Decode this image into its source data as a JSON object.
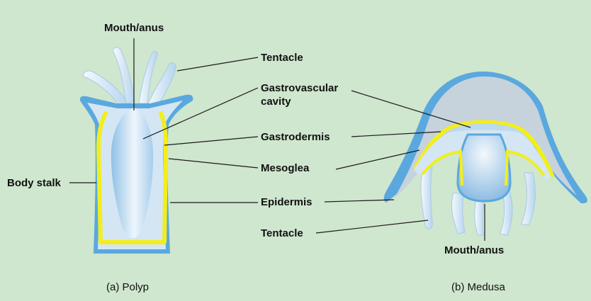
{
  "labels": {
    "mouth_anus_top": "Mouth/anus",
    "tentacle_top": "Tentacle",
    "gastrovascular_line1": "Gastrovascular",
    "gastrovascular_line2": "cavity",
    "gastrodermis": "Gastrodermis",
    "mesoglea": "Mesoglea",
    "body_stalk": "Body stalk",
    "epidermis": "Epidermis",
    "tentacle_bottom": "Tentacle",
    "mouth_anus_bottom": "Mouth/anus"
  },
  "captions": {
    "polyp": "(a) Polyp",
    "medusa": "(b) Medusa"
  },
  "colors": {
    "background": "#cfe6cf",
    "epidermis": "#5aa8de",
    "mesoglea": "#f2ee1c",
    "gastrodermis": "#d4e6f3",
    "cavity": "#bcd9ee",
    "bell": "#c6d3dc",
    "tentacle": "#e3eff8"
  }
}
